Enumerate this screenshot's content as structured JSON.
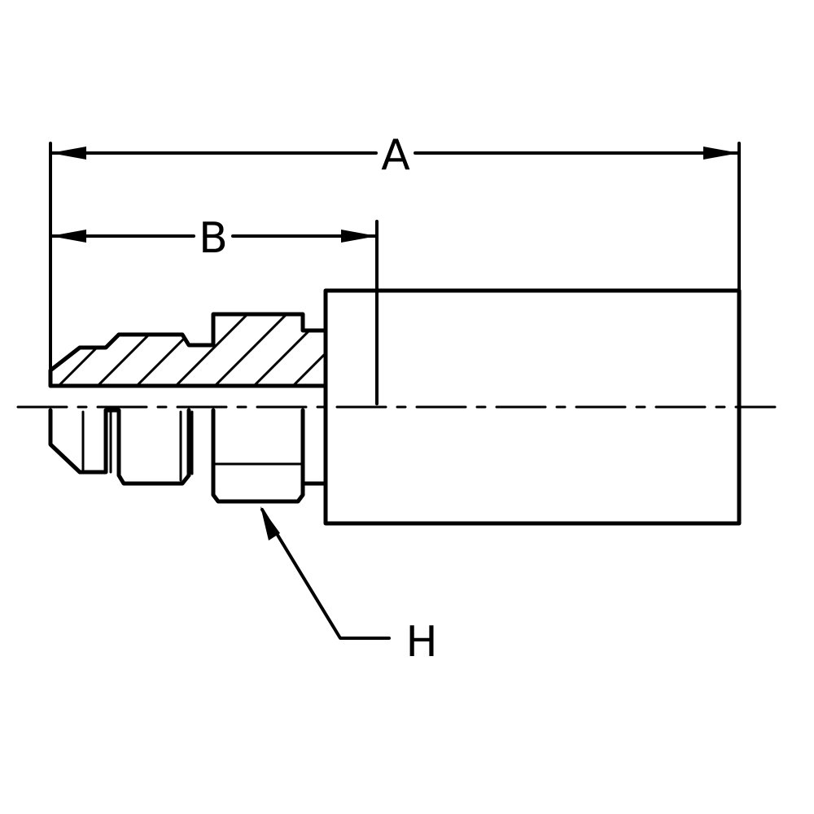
{
  "colors": {
    "ink": "#000000",
    "background": "#ffffff"
  },
  "dimensions": {
    "a_label": "A",
    "b_label": "B",
    "h_label": "H"
  }
}
